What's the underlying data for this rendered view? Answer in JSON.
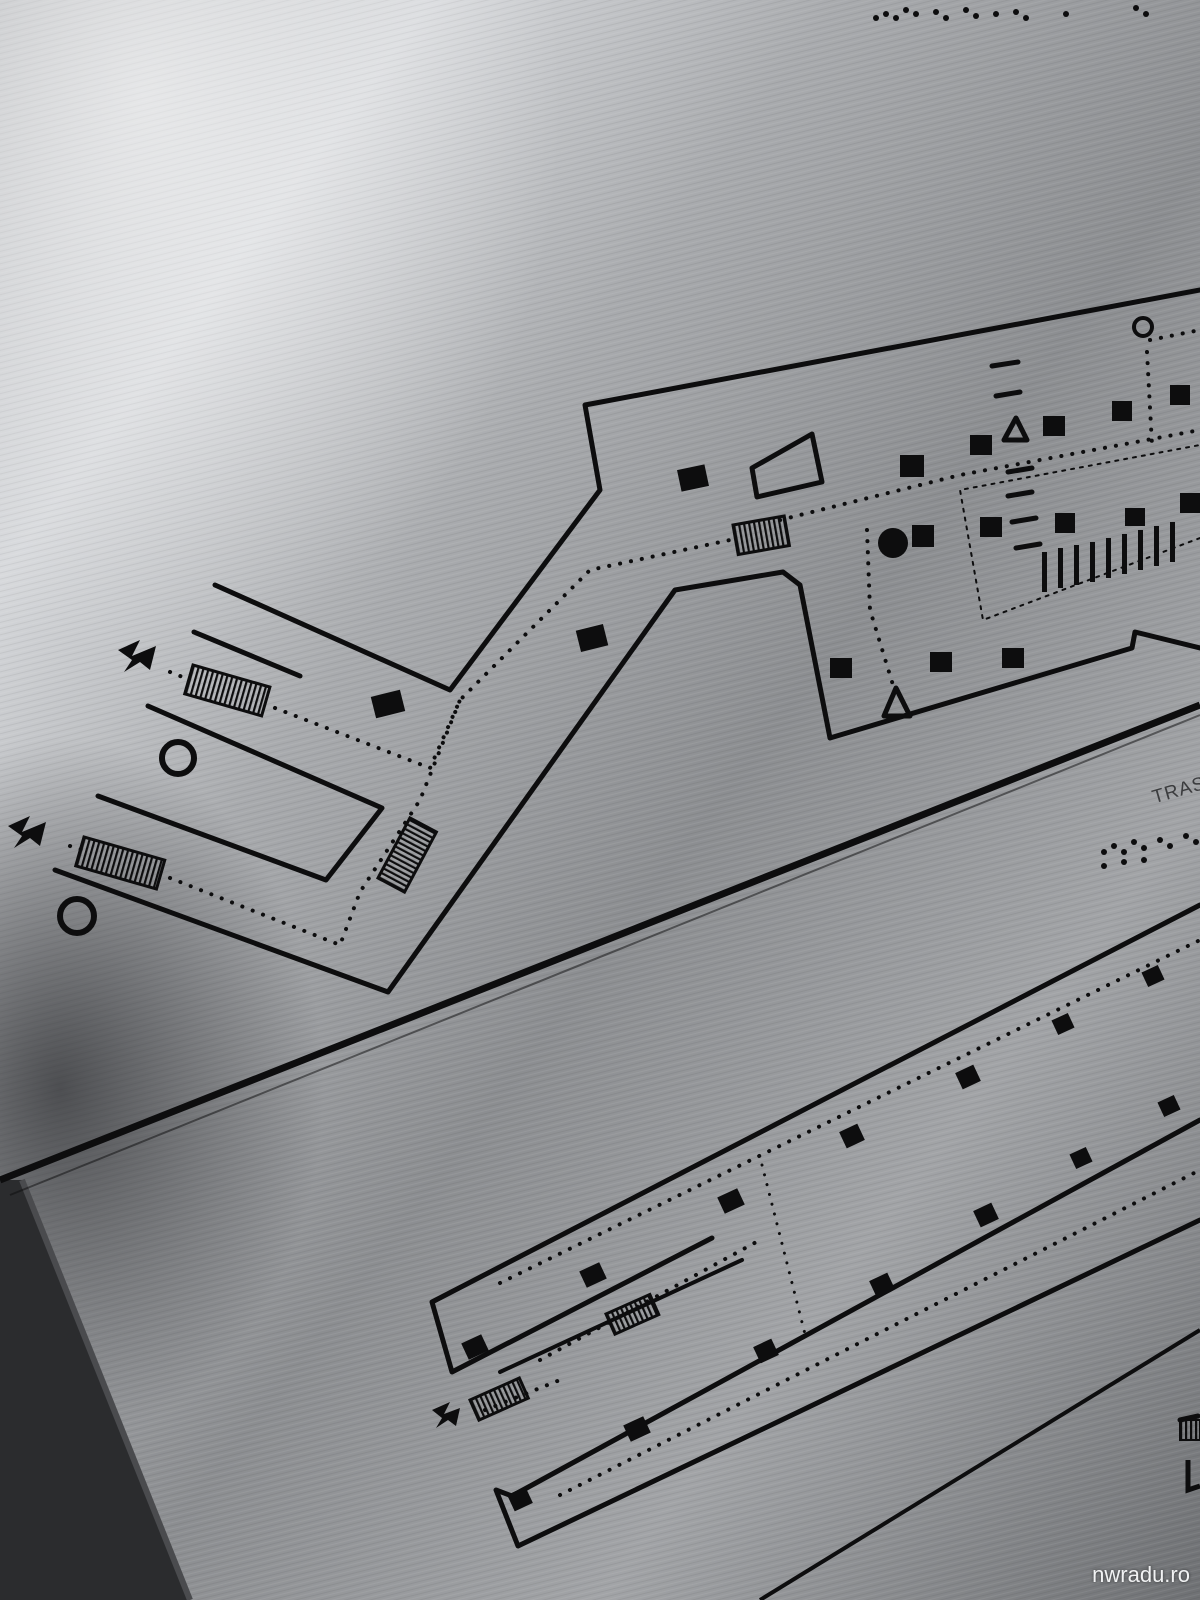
{
  "photo": {
    "subject": "tactile-braille-metro-station-map",
    "colors": {
      "metal_light": "#c9cbce",
      "metal_mid": "#9c9ea2",
      "metal_dark": "#55575a",
      "engraving": "#0d0d0e",
      "frame": "#2b2c2e"
    }
  },
  "labels": {
    "route_label": "TRASE",
    "watermark": "nwradu.ro"
  }
}
